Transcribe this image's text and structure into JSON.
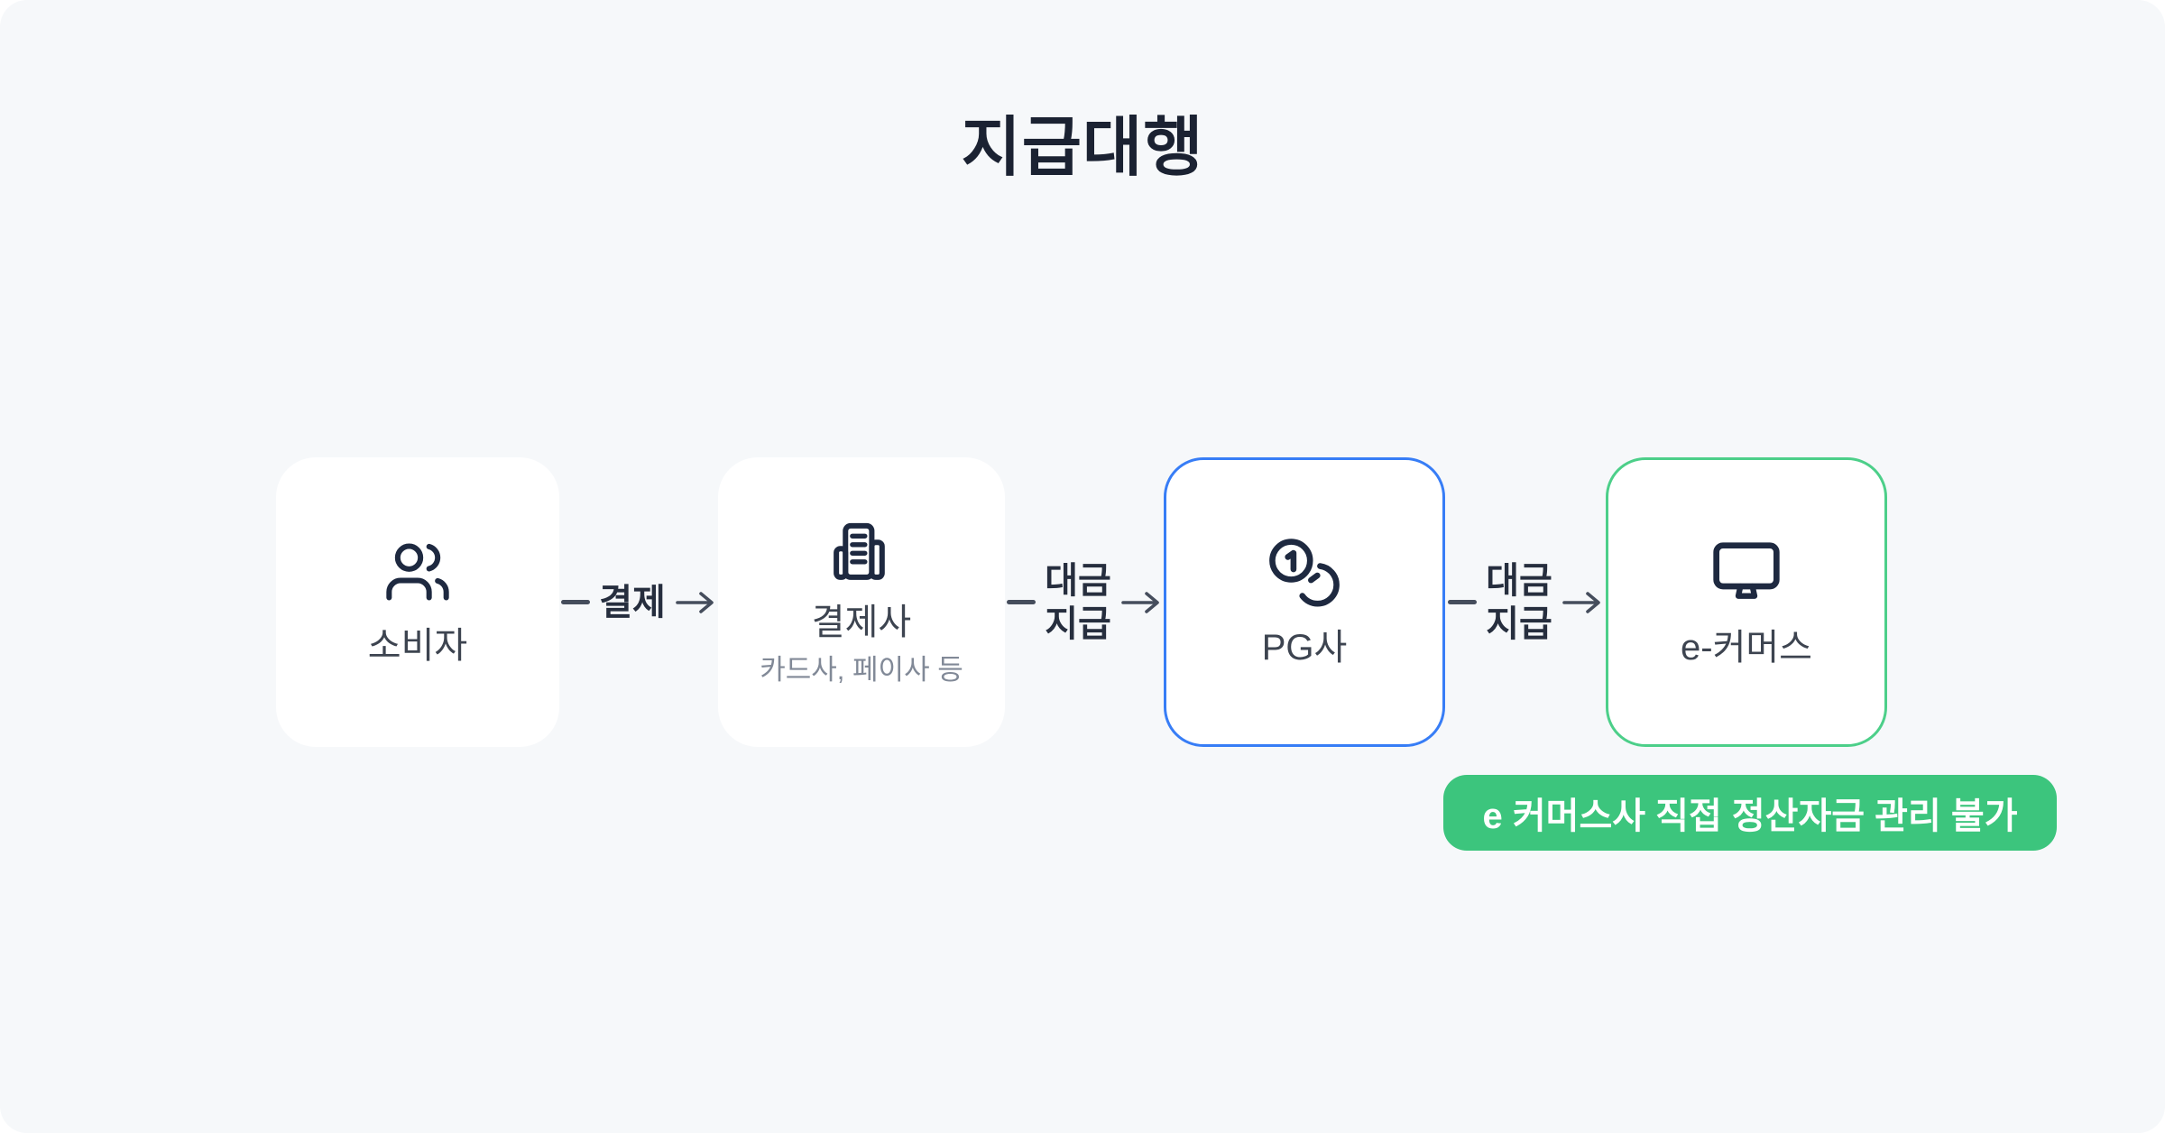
{
  "title": "지급대행",
  "flow": {
    "nodes": [
      {
        "label": "소비자",
        "icon": "users-icon"
      },
      {
        "label": "결제사",
        "sublabel": "카드사, 페이사 등",
        "icon": "building-icon"
      },
      {
        "label": "PG사",
        "icon": "coins-icon"
      },
      {
        "label": "e-커머스",
        "icon": "monitor-icon"
      }
    ],
    "connectors": [
      {
        "lines": [
          "결제"
        ]
      },
      {
        "lines": [
          "대금",
          "지급"
        ]
      },
      {
        "lines": [
          "대금",
          "지급"
        ]
      }
    ],
    "badge": {
      "text": "e 커머스사 직접 정산자금 관리 불가"
    }
  },
  "colors": {
    "background": "#f6f8fa",
    "card": "#ffffff",
    "title_text": "#1b2232",
    "icon_stroke": "#1e2940",
    "label_text": "#3d4450",
    "sublabel_text": "#818997",
    "connector_text": "#262e3e",
    "connector_stroke": "#454d5c",
    "pg_border_blue": "#377df6",
    "ecommerce_border_green": "#4ccf89",
    "badge_green": "#3cc57d",
    "badge_text": "#ffffff"
  }
}
